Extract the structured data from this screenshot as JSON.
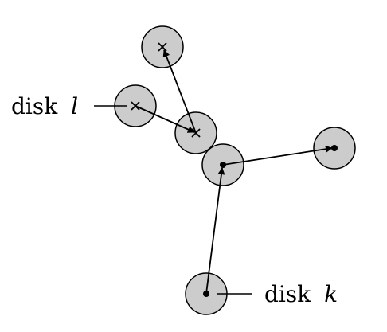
{
  "labels": {
    "disk_l": {
      "word": "disk",
      "var": "l"
    },
    "disk_k": {
      "word": "disk",
      "var": "k"
    }
  },
  "colors": {
    "disk_fill": "#cccccc",
    "stroke": "#000000"
  }
}
